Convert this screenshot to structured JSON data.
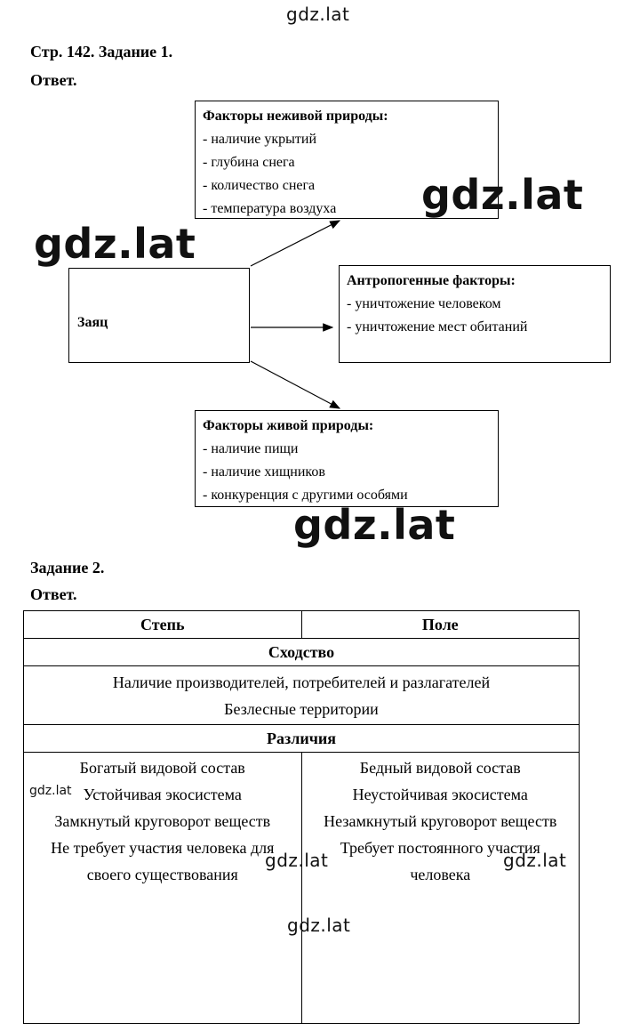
{
  "watermark": "gdz.lat",
  "task1": {
    "title": "Стр. 142. Задание 1.",
    "answer_label": "Ответ.",
    "center": "Заяц",
    "abiotic": {
      "title": "Факторы неживой природы:",
      "items": [
        "- наличие укрытий",
        "- глубина снега",
        "- количество снега",
        "- температура воздуха"
      ]
    },
    "anthropogenic": {
      "title": "Антропогенные факторы:",
      "items": [
        "- уничтожение человеком",
        "- уничтожение мест обитаний"
      ]
    },
    "biotic": {
      "title": "Факторы живой природы:",
      "items": [
        "- наличие пищи",
        "- наличие хищников",
        "- конкуренция с другими особями"
      ]
    }
  },
  "task2": {
    "title": "Задание 2.",
    "answer_label": "Ответ.",
    "columns": [
      "Степь",
      "Поле"
    ],
    "similarity_header": "Сходство",
    "similarities": [
      "Наличие производителей, потребителей и разлагателей",
      "Безлесные территории"
    ],
    "differences_header": "Различия",
    "steppe": [
      "Богатый видовой состав",
      "Устойчивая экосистема",
      "Замкнутый круговорот веществ",
      "Не требует участия человека для",
      "своего существования"
    ],
    "field": [
      "Бедный видовой состав",
      "Неустойчивая экосистема",
      "Незамкнутый круговорот веществ",
      "Требует постоянного участия",
      "человека"
    ]
  }
}
